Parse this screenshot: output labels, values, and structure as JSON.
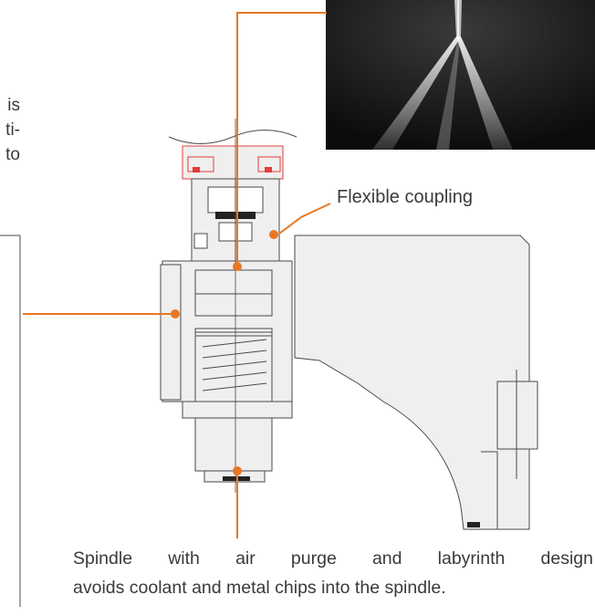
{
  "left_text": {
    "lines": [
      "is",
      "ti-",
      "to"
    ]
  },
  "labels": {
    "coupling": "Flexible coupling",
    "spindle_line1": "Spindle with air purge and labyrinth design",
    "spindle_line2": "avoids coolant and metal chips into the spindle."
  },
  "colors": {
    "callout": "#e87722",
    "outline": "#4a4a4a",
    "red_detail": "#e63b3b",
    "part_fill": "#efefef",
    "photo_bg": "#111111"
  },
  "photo": {
    "subject": "coolant-spray-photo"
  }
}
